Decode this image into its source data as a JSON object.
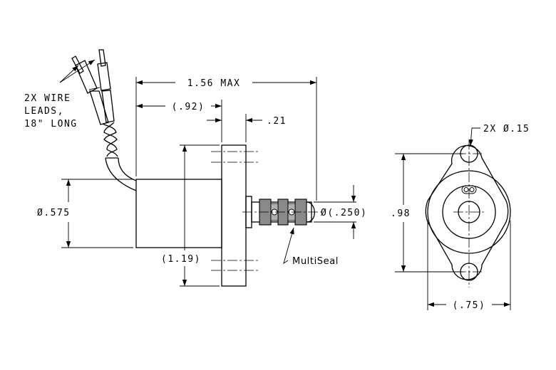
{
  "labels": {
    "wire_note": [
      "2X WIRE",
      "LEADS,",
      "18\" LONG"
    ],
    "dim_overall_length": "1.56 MAX",
    "dim_body_length": "(.92)",
    "dim_flange_thickness": ".21",
    "dim_body_diameter": "Ø.575",
    "dim_flange_height": "(1.19)",
    "dim_plunger_diameter": "Ø(.250)",
    "multiseal": "MultiSeal",
    "dim_hole_callout": "2X Ø.15",
    "dim_hole_spacing": ".98",
    "dim_flange_width": "(.75)"
  }
}
